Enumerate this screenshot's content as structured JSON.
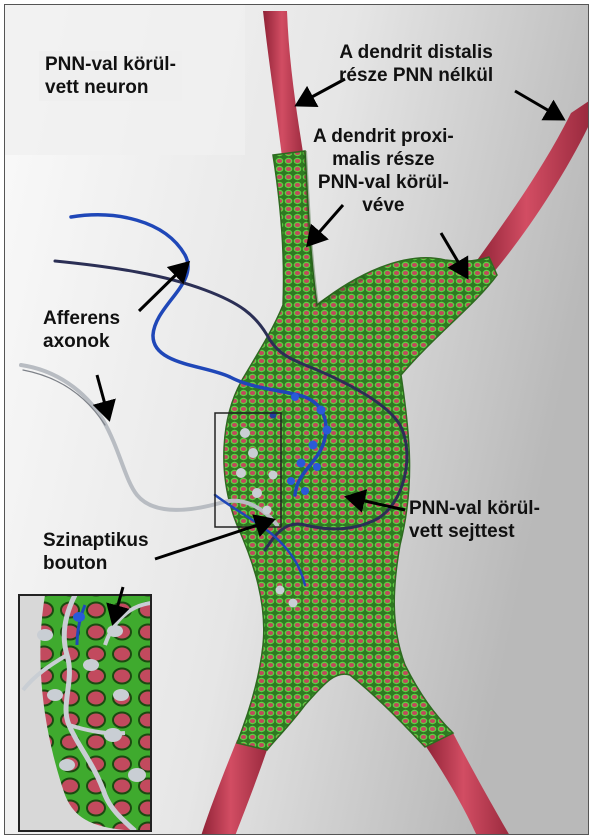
{
  "labels": {
    "pnn_neuron": "PNN-val körül-\nvett neuron",
    "distal_dendrite": "A dendrit distalis\nrésze PNN nélkül",
    "proximal_dendrite": "A dendrit proxi-\nmalis része\nPNN-val körül-\nvéve",
    "afferent_axons": "Afferens\naxonok",
    "synaptic_bouton": "Szinaptikus\nbouton",
    "pnn_soma": "PNN-val körül-\nvett sejttest"
  },
  "colors": {
    "background_light": "#f2f2f2",
    "background_dark": "#bdbdbd",
    "dendrite": "#c23b52",
    "pnn_net": "#4cbf3a",
    "pnn_net_dark": "#1a5c12",
    "axon_blue": "#1f47b8",
    "axon_dark": "#2b2f55",
    "axon_grey": "#b8bcc2",
    "bouton_blue": "#2a5ad8",
    "bouton_grey": "#c9ced4",
    "arrow": "#000000"
  }
}
